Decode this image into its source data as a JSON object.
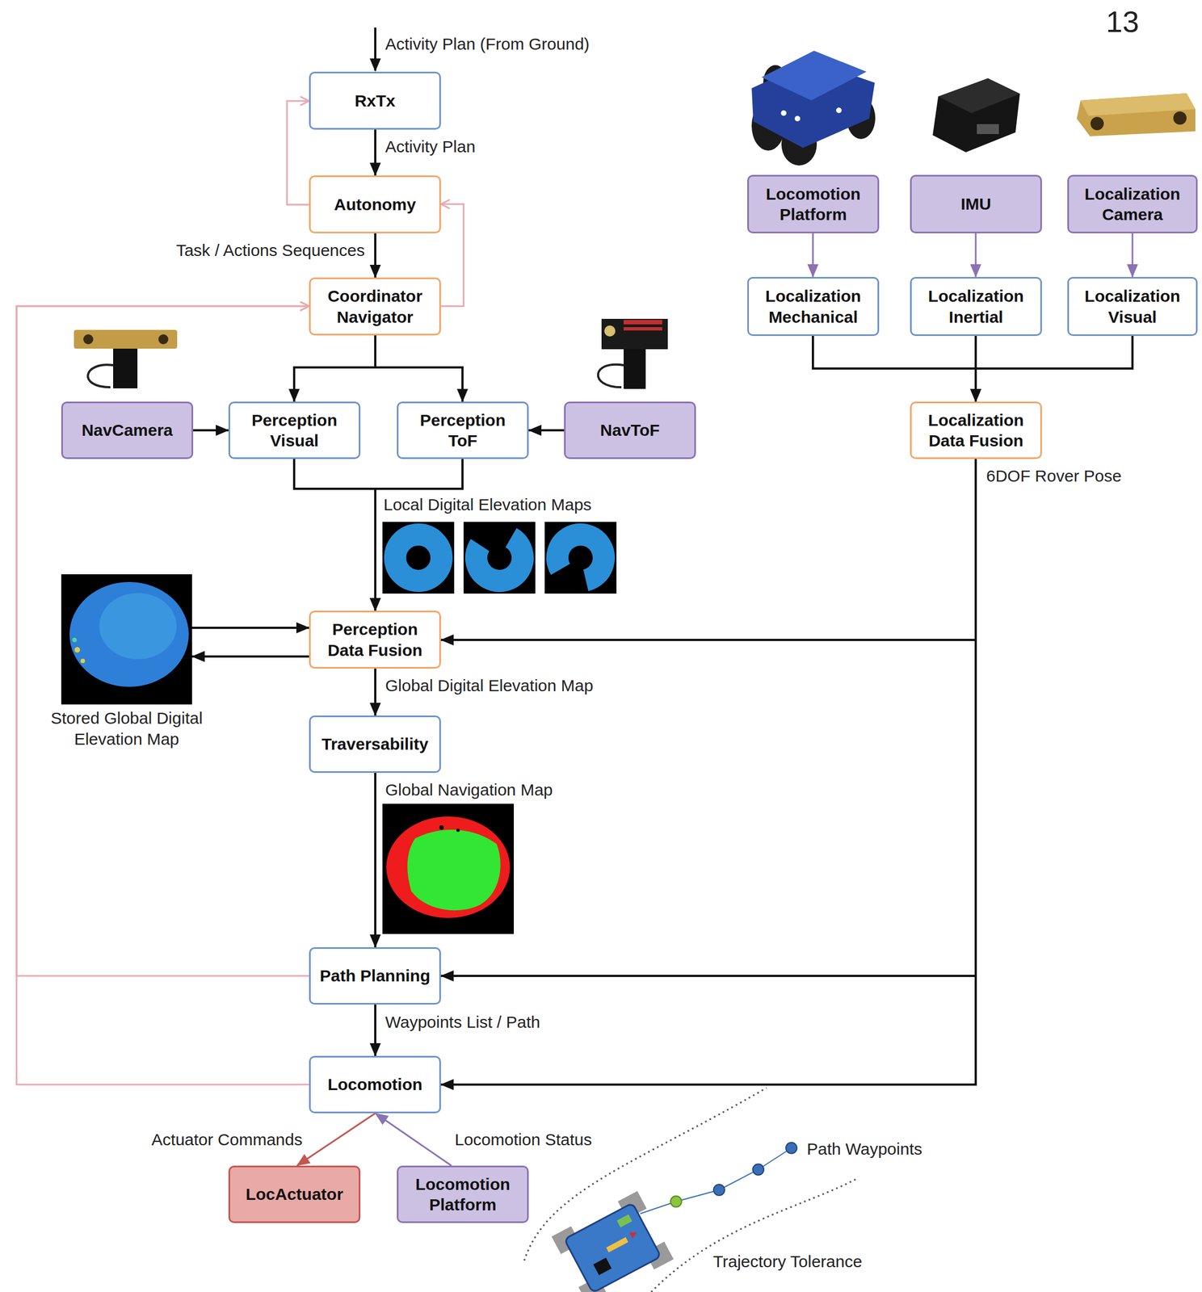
{
  "diagram": {
    "nodes": [
      {
        "text": [
          "RxTx"
        ]
      },
      {
        "text": [
          "Autonomy"
        ]
      },
      {
        "text": [
          "Coordinator Navigator"
        ]
      },
      {
        "text": [
          "Locomotion Platform"
        ]
      },
      {
        "text": [
          "IMU"
        ]
      },
      {
        "text": [
          "Localization Camera"
        ]
      },
      {
        "text": [
          "Localization Mechanical"
        ]
      },
      {
        "text": [
          "Localization Inertial"
        ]
      },
      {
        "text": [
          "Localization Visual"
        ]
      },
      {
        "text": [
          "NavCamera"
        ]
      },
      {
        "text": [
          "Perception Visual"
        ]
      },
      {
        "text": [
          "Perception ToF"
        ]
      },
      {
        "text": [
          "NavToF"
        ]
      },
      {
        "text": [
          "Localization Data Fusion"
        ]
      },
      {
        "text": [
          "Stored Global Digital Elevation Map"
        ]
      },
      {
        "text": [
          "Perception Data Fusion"
        ]
      },
      {
        "text": [
          "Traversability"
        ]
      },
      {
        "text": [
          "Path Planning"
        ]
      },
      {
        "text": [
          "Locomotion"
        ]
      },
      {
        "text": [
          "LocActuator"
        ]
      },
      {
        "text": [
          "Locomotion Platform"
        ]
      }
    ],
    "edges": [
      {
        "from": 0,
        "to": 1,
        "arrow": "to",
        "label": "Activity Plan"
      },
      {
        "from": 1,
        "to": 0,
        "arrow": "to"
      },
      {
        "from": 1,
        "to": 2,
        "arrow": "to",
        "label": "Task / Actions Sequences"
      },
      {
        "from": 2,
        "to": 1,
        "arrow": "to"
      },
      {
        "from": 2,
        "to": 10,
        "arrow": "to"
      },
      {
        "from": 2,
        "to": 11,
        "arrow": "to"
      },
      {
        "from": 9,
        "to": 10,
        "arrow": "to"
      },
      {
        "from": 12,
        "to": 11,
        "arrow": "to"
      },
      {
        "from": 10,
        "to": 15,
        "arrow": "to",
        "label": "Local Digital Elevation Maps"
      },
      {
        "from": 11,
        "to": 15,
        "arrow": "to"
      },
      {
        "from": 3,
        "to": 6,
        "arrow": "to"
      },
      {
        "from": 4,
        "to": 7,
        "arrow": "to"
      },
      {
        "from": 5,
        "to": 8,
        "arrow": "to"
      },
      {
        "from": 6,
        "to": 13,
        "arrow": "to"
      },
      {
        "from": 7,
        "to": 13,
        "arrow": "to"
      },
      {
        "from": 8,
        "to": 13,
        "arrow": "to"
      },
      {
        "from": 13,
        "to": 15,
        "arrow": "to",
        "label": "6DOF Rover Pose"
      },
      {
        "from": 13,
        "to": 17,
        "arrow": "to"
      },
      {
        "from": 13,
        "to": 18,
        "arrow": "to"
      },
      {
        "from": 15,
        "to": 14,
        "arrow": "to"
      },
      {
        "from": 14,
        "to": 15,
        "arrow": "to"
      },
      {
        "from": 15,
        "to": 16,
        "arrow": "to",
        "label": "Global Digital Elevation Map"
      },
      {
        "from": 16,
        "to": 17,
        "arrow": "to",
        "label": "Global Navigation Map"
      },
      {
        "from": 17,
        "to": 18,
        "arrow": "to",
        "label": "Waypoints List / Path"
      },
      {
        "from": 17,
        "to": 2,
        "arrow": "to"
      },
      {
        "from": 18,
        "to": 2,
        "arrow": "to"
      },
      {
        "from": 18,
        "to": 19,
        "arrow": "to",
        "label": "Actuator Commands"
      },
      {
        "from": 20,
        "to": 18,
        "arrow": "to",
        "label": "Locomotion Status"
      }
    ],
    "labels": [
      "13",
      "Activity Plan (From Ground)",
      "Path Waypoints",
      "Trajectory Tolerance"
    ]
  }
}
